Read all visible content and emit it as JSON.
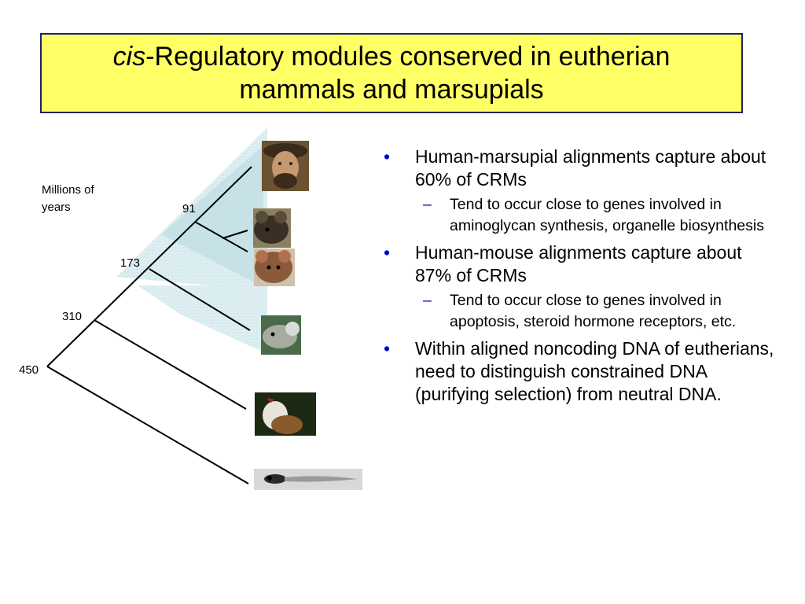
{
  "title": {
    "italic": "cis",
    "line1_rest": "-Regulatory modules conserved in eutherian",
    "line2": "mammals and marsupials"
  },
  "axis_label": {
    "line1": "Millions of",
    "line2": "years"
  },
  "node_labels": {
    "n91": "91",
    "n173": "173",
    "n310": "310",
    "n450": "450"
  },
  "icons": [
    "human-photo",
    "mouse-photo",
    "rat-photo",
    "opossum-photo",
    "chicken-photo",
    "zebrafish-photo"
  ],
  "colors": {
    "title_bg": "#ffff66",
    "title_border": "#222266",
    "eutherian_shade": "#c6e2e6",
    "marsupial_shade": "#d8ecf0",
    "bullet": "#0000cc"
  },
  "bullets": [
    {
      "text": "Human-marsupial alignments capture about 60% of CRMs",
      "sub": "Tend to occur close to genes involved in aminoglycan synthesis, organelle biosynthesis"
    },
    {
      "text": "Human-mouse alignments capture about 87% of CRMs",
      "sub": "Tend to occur close to genes involved in apoptosis, steroid hormone receptors, etc."
    },
    {
      "text": "Within aligned noncoding DNA of eutherians, need to distinguish constrained DNA (purifying selection) from neutral DNA.",
      "sub": null
    }
  ],
  "bullet_glyph": "•",
  "dash_glyph": "–"
}
